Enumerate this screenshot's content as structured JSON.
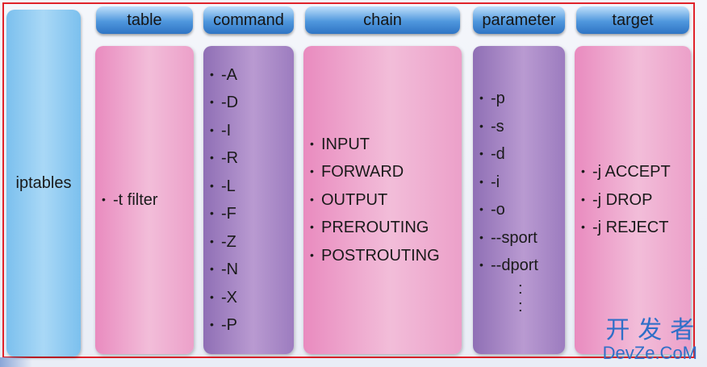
{
  "root": {
    "label": "iptables"
  },
  "columns": [
    {
      "header": "table",
      "style": "pink",
      "items": [
        "-t  filter"
      ]
    },
    {
      "header": "command",
      "style": "purple",
      "items": [
        "-A",
        "-D",
        "-I",
        "-R",
        "-L",
        "-F",
        "-Z",
        "-N",
        "-X",
        "-P"
      ]
    },
    {
      "header": "chain",
      "style": "pink",
      "items": [
        "INPUT",
        "FORWARD",
        "OUTPUT",
        "PREROUTING",
        "POSTROUTING"
      ]
    },
    {
      "header": "parameter",
      "style": "purple",
      "items": [
        "-p",
        "-s",
        "-d",
        "-i",
        "-o",
        "--sport",
        "--dport"
      ],
      "continuation": ":"
    },
    {
      "header": "target",
      "style": "pink",
      "items": [
        "-j  ACCEPT",
        "-j  DROP",
        "-j  REJECT"
      ]
    }
  ],
  "bullet_char": "•",
  "watermark": {
    "cn": "开发者",
    "en": "DevZe.CoM"
  },
  "colors": {
    "frame": "#e0222a",
    "header": "#4f97dd",
    "root": "#a9d8f6",
    "pink": "#f2bdd9",
    "purple": "#b99ad1",
    "watermark": "#2f6fc8"
  }
}
